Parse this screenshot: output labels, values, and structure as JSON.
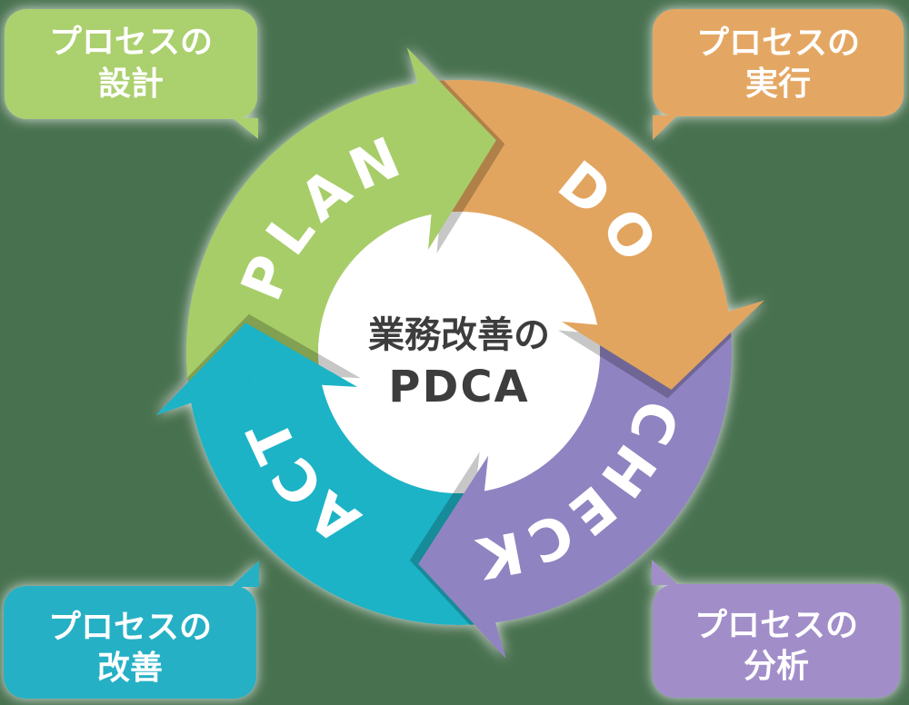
{
  "background_color": "#48714F",
  "center": {
    "line1": "業務改善の",
    "line2": "PDCA",
    "text_color": "#3C3C3C",
    "circle_color": "#FFFFFF"
  },
  "segments": [
    {
      "id": "plan",
      "label": "PLAN",
      "color": "#A7CD68",
      "callout": {
        "line1": "プロセスの",
        "line2": "設計",
        "color": "#ABD06E",
        "position": "top-left"
      }
    },
    {
      "id": "do",
      "label": "DO",
      "color": "#E2A55F",
      "callout": {
        "line1": "プロセスの",
        "line2": "実行",
        "color": "#E4A763",
        "position": "top-right"
      }
    },
    {
      "id": "check",
      "label": "CHECK",
      "color": "#9083C1",
      "callout": {
        "line1": "プロセスの",
        "line2": "分析",
        "color": "#A18EC9",
        "position": "bottom-right"
      }
    },
    {
      "id": "act",
      "label": "ACT",
      "color": "#1DB3C6",
      "callout": {
        "line1": "プロセスの",
        "line2": "改善",
        "color": "#25B0C5",
        "position": "bottom-left"
      }
    }
  ],
  "label_text_color": "#FFFFFF",
  "callout_text_color": "#FFFFFF"
}
